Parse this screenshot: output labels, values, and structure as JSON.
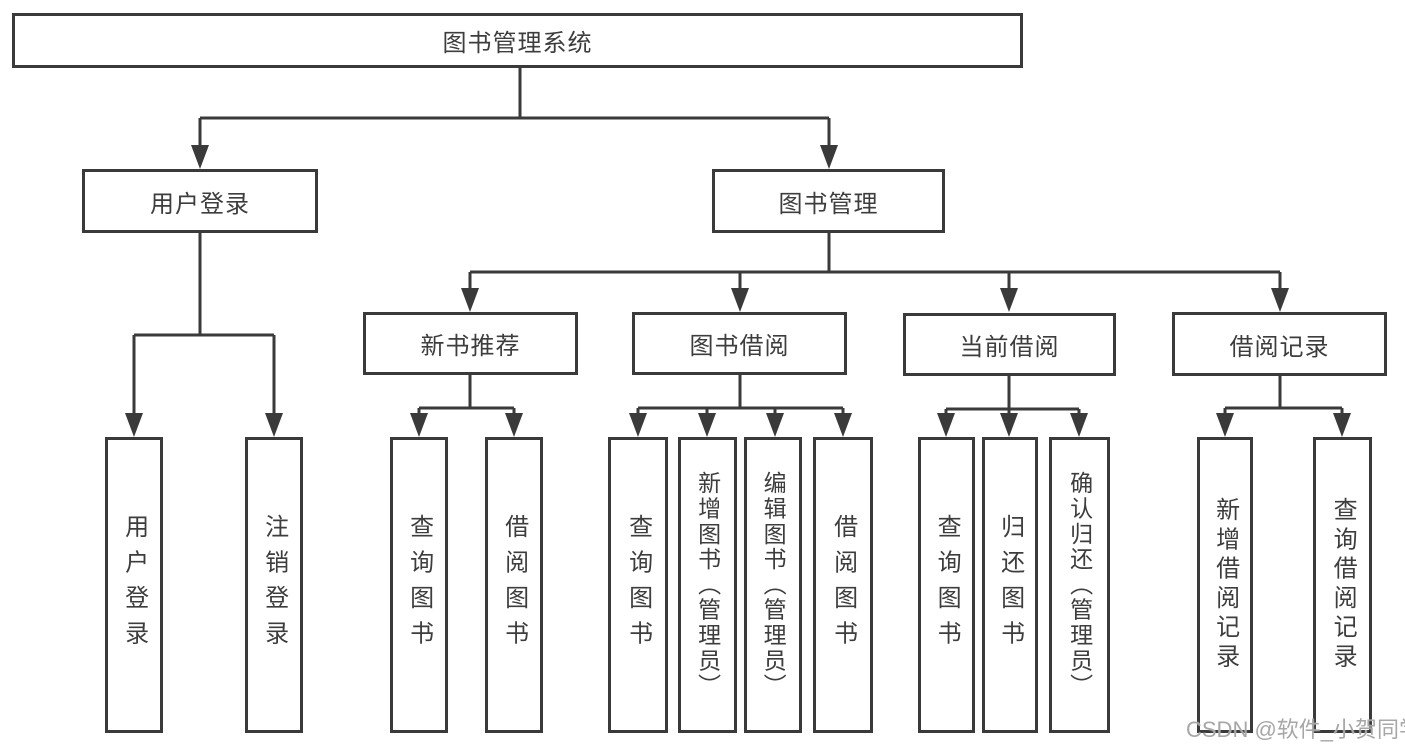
{
  "tree": {
    "root": "图书管理系统",
    "branches": [
      {
        "label": "用户登录",
        "children": [
          "用户登录",
          "注销登录"
        ]
      },
      {
        "label": "图书管理",
        "sections": [
          {
            "label": "新书推荐",
            "children": [
              "查询图书",
              "借阅图书"
            ]
          },
          {
            "label": "图书借阅",
            "children": [
              "查询图书",
              "新增图书（管理员）",
              "编辑图书（管理员）",
              "借阅图书"
            ]
          },
          {
            "label": "当前借阅",
            "children": [
              "查询图书",
              "归还图书",
              "确认归还（管理员）"
            ]
          },
          {
            "label": "借阅记录",
            "children": [
              "新增借阅记录",
              "查询借阅记录"
            ]
          }
        ]
      }
    ]
  },
  "watermark": "CSDN @软件_小贺同学",
  "colors": {
    "line": "#3a3a3a",
    "box_border": "#3a3a3a",
    "text": "#3d3d3d",
    "background": "#ffffff",
    "watermark": "#989898"
  }
}
